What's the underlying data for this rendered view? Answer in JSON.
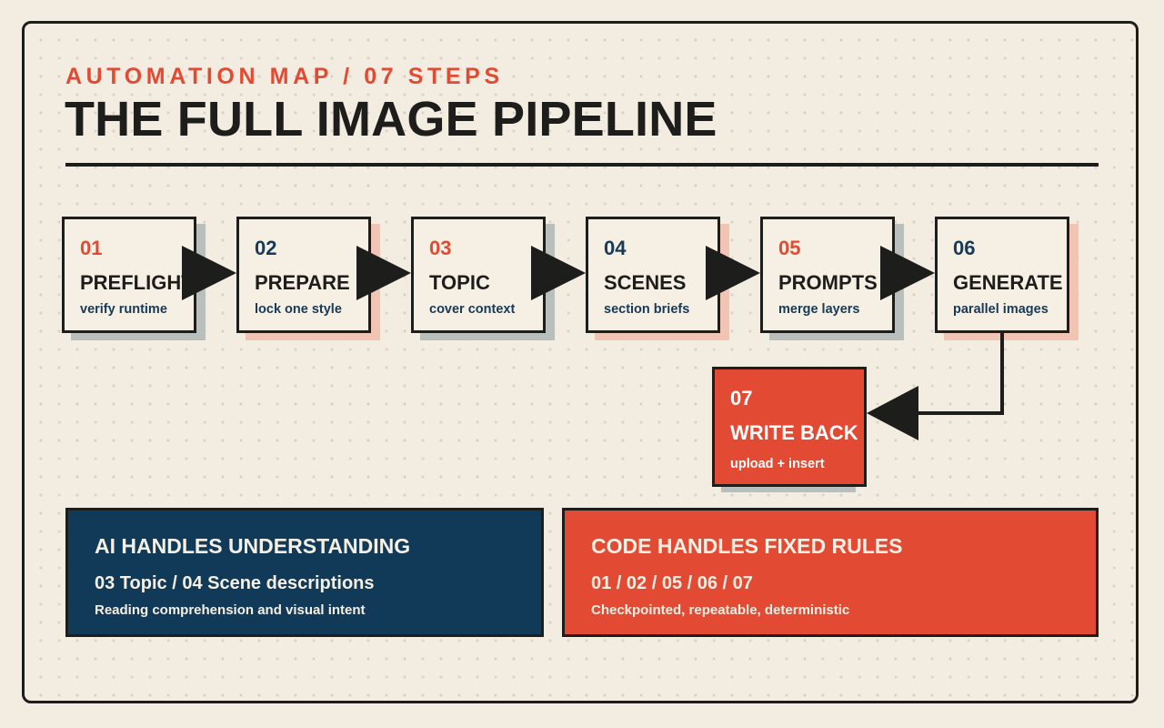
{
  "header": {
    "kicker": "AUTOMATION MAP / 07 STEPS",
    "title": "THE FULL IMAGE PIPELINE"
  },
  "steps": [
    {
      "num": "01",
      "name": "PREFLIGHT",
      "desc": "verify runtime"
    },
    {
      "num": "02",
      "name": "PREPARE",
      "desc": "lock one style"
    },
    {
      "num": "03",
      "name": "TOPIC",
      "desc": "cover context"
    },
    {
      "num": "04",
      "name": "SCENES",
      "desc": "section briefs"
    },
    {
      "num": "05",
      "name": "PROMPTS",
      "desc": "merge layers"
    },
    {
      "num": "06",
      "name": "GENERATE",
      "desc": "parallel images"
    },
    {
      "num": "07",
      "name": "WRITE BACK",
      "desc": "upload + insert"
    }
  ],
  "panels": {
    "ai": {
      "heading": "AI HANDLES UNDERSTANDING",
      "main": "03 Topic / 04 Scene descriptions",
      "sub": "Reading comprehension and visual intent"
    },
    "code": {
      "heading": "CODE HANDLES FIXED RULES",
      "main": "01 / 02 / 05 / 06 / 07",
      "sub": "Checkpointed, repeatable, deterministic"
    }
  },
  "colors": {
    "background": "#f3ece1",
    "ink": "#1d1d1b",
    "accent_red": "#e34a33",
    "navy": "#103a58",
    "shadow_gray": "#b9bfbd",
    "shadow_pink": "#f2c4b3"
  }
}
